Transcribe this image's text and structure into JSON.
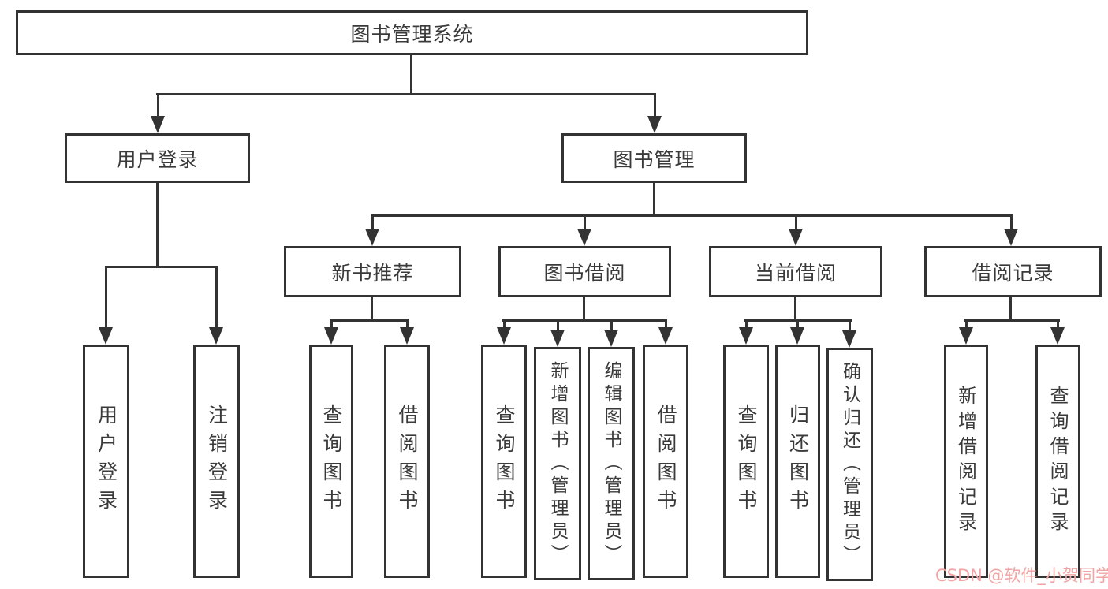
{
  "diagram": {
    "root": {
      "label": "图书管理系统"
    },
    "level2": [
      {
        "label": "用户登录"
      },
      {
        "label": "图书管理"
      }
    ],
    "level3": [
      {
        "label": "新书推荐"
      },
      {
        "label": "图书借阅"
      },
      {
        "label": "当前借阅"
      },
      {
        "label": "借阅记录"
      }
    ],
    "leaves": {
      "user_login": [
        "用户登录",
        "注销登录"
      ],
      "new_books": [
        "查询图书",
        "借阅图书"
      ],
      "book_borrow": [
        "查询图书",
        "新增图书（管理员）",
        "编辑图书（管理员）",
        "借阅图书"
      ],
      "current_borrow": [
        "查询图书",
        "归还图书",
        "确认归还（管理员）"
      ],
      "borrow_records": [
        "新增借阅记录",
        "查询借阅记录"
      ]
    }
  },
  "watermark": {
    "text": "CSDN @软件_小贺同学"
  },
  "colors": {
    "line": "#333333",
    "text": "#3a3a3a",
    "background": "#ffffff",
    "watermark": "#f2a4a4"
  }
}
